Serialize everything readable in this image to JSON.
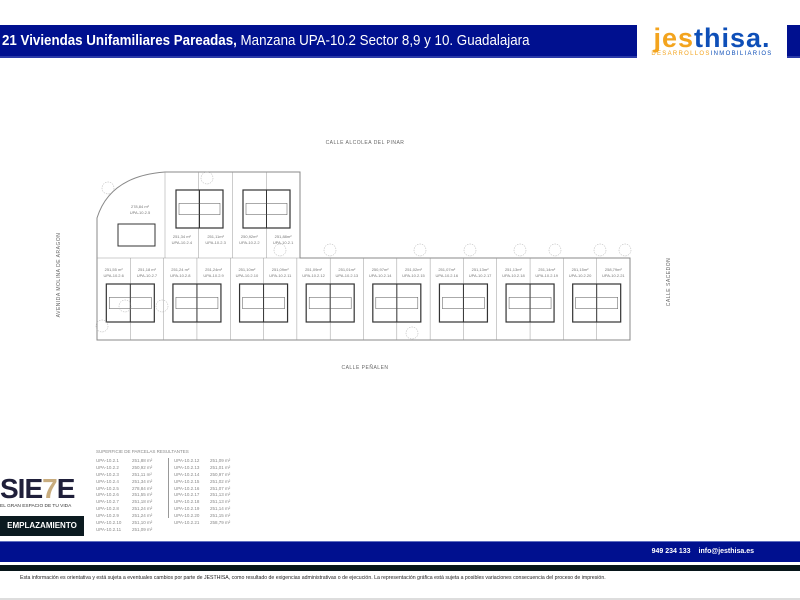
{
  "header": {
    "title_bold": "21 Viviendas Unifamiliares Pareadas,",
    "title_rest": "Manzana UPA-10.2 Sector 8,9 y 10. Guadalajara"
  },
  "logo": {
    "word_a": "jes",
    "word_b": "thisa.",
    "tag_a": "DESARROLLOS",
    "tag_b": "INMOBILIARIOS"
  },
  "plan": {
    "streets": {
      "north": "CALLE ALCOLEA DEL PINAR",
      "south": "CALLE PEÑALEN",
      "west": "AVENIDA MOLINA DE ARAGON",
      "east": "CALLE SACEDON"
    },
    "corner_lot": {
      "area": "278,84 m²",
      "id": "UPA-10.2.5"
    },
    "top_lots": [
      {
        "area": "251,34 m²",
        "id": "UPA-10.2.4"
      },
      {
        "area": "251,11m²",
        "id": "UPA-10.2.3"
      },
      {
        "area": "250,92m²",
        "id": "UPA-10.2.2"
      },
      {
        "area": "251,88m²",
        "id": "UPA-10.2.1"
      }
    ],
    "bottom_lots": [
      {
        "area": "251,55 m²",
        "id": "UPA-10.2.6"
      },
      {
        "area": "251,18 m²",
        "id": "UPA-10.2.7"
      },
      {
        "area": "251,24 m²",
        "id": "UPA-10.2.8"
      },
      {
        "area": "251,24m²",
        "id": "UPA-10.2.9"
      },
      {
        "area": "251,10m²",
        "id": "UPA-10.2.10"
      },
      {
        "area": "251,09m²",
        "id": "UPA-10.2.11"
      },
      {
        "area": "251,09m²",
        "id": "UPA-10.2.12"
      },
      {
        "area": "251,01m²",
        "id": "UPA-10.2.13"
      },
      {
        "area": "250,97m²",
        "id": "UPA-10.2.14"
      },
      {
        "area": "251,02m²",
        "id": "UPA-10.2.15"
      },
      {
        "area": "251,07m²",
        "id": "UPA-10.2.16"
      },
      {
        "area": "251,13m²",
        "id": "UPA-10.2.17"
      },
      {
        "area": "251,13m²",
        "id": "UPA-10.2.18"
      },
      {
        "area": "251,14m²",
        "id": "UPA-10.2.19"
      },
      {
        "area": "251,15m²",
        "id": "UPA-10.2.20"
      },
      {
        "area": "258,79m²",
        "id": "UPA-10.2.21"
      }
    ]
  },
  "table": {
    "title": "SUPERFICIE DE PARCELAS RESULTANTES",
    "col1": [
      [
        "UPA-10.2.1",
        "251,88 m²"
      ],
      [
        "UPA-10.2.2",
        "250,92 m²"
      ],
      [
        "UPA-10.2.3",
        "251,11 m²"
      ],
      [
        "UPA-10.2.4",
        "251,34 m²"
      ],
      [
        "UPA-10.2.5",
        "278,84 m²"
      ],
      [
        "UPA-10.2.6",
        "251,55 m²"
      ],
      [
        "UPA-10.2.7",
        "251,18 m²"
      ],
      [
        "UPA-10.2.8",
        "251,24 m²"
      ],
      [
        "UPA-10.2.9",
        "251,24 m²"
      ],
      [
        "UPA-10.2.10",
        "251,10 m²"
      ],
      [
        "UPA-10.2.11",
        "251,09 m²"
      ]
    ],
    "col2": [
      [
        "UPA-10.2.12",
        "251,09 m²"
      ],
      [
        "UPA-10.2.13",
        "251,01 m²"
      ],
      [
        "UPA-10.2.14",
        "250,97 m²"
      ],
      [
        "UPA-10.2.15",
        "251,02 m²"
      ],
      [
        "UPA-10.2.16",
        "251,07 m²"
      ],
      [
        "UPA-10.2.17",
        "251,13 m²"
      ],
      [
        "UPA-10.2.18",
        "251,13 m²"
      ],
      [
        "UPA-10.2.19",
        "251,14 m²"
      ],
      [
        "UPA-10.2.20",
        "251,15 m²"
      ],
      [
        "UPA-10.2.21",
        "258,79 m²"
      ]
    ]
  },
  "brand": {
    "a": "SIE",
    "b": "7",
    "c": "E",
    "tagline": "EL GRAN ESPACIO DE TU VIDA",
    "section": "EMPLAZAMIENTO"
  },
  "footer": {
    "phone": "949 234 133",
    "email": "info@jesthisa.es",
    "disclaimer": "Esta información es orientativa y está sujeta a eventuales cambios por parte de JESTHISA, como resultado de exigencias administrativas o de ejecución. La representación gráfica está sujeta a posibles variaciones consecuencia del proceso de impresión."
  },
  "colors": {
    "header": "#00108f",
    "logo_blue": "#0e4fb8",
    "logo_orange": "#f3a41e",
    "dark": "#071519"
  }
}
